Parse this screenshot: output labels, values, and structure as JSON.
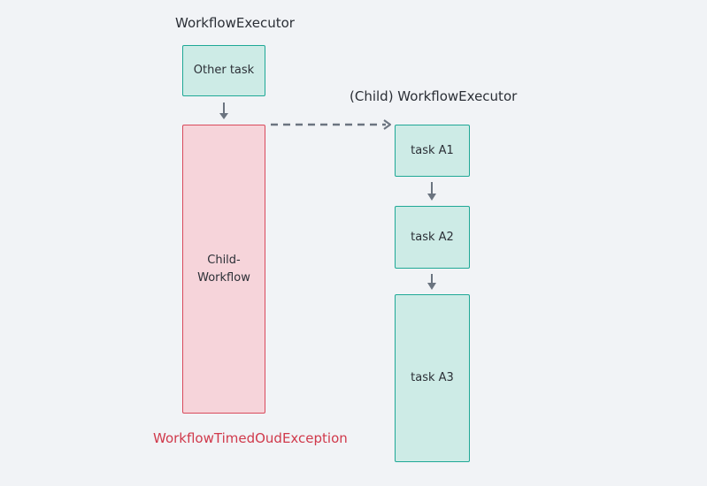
{
  "parent_executor": {
    "title": "WorkflowExecutor"
  },
  "child_executor": {
    "title": "(Child) WorkflowExecutor"
  },
  "nodes": {
    "other_task": "Other task",
    "child_workflow_line1": "Child-",
    "child_workflow_line2": "Workflow",
    "task_a1": "task A1",
    "task_a2": "task A2",
    "task_a3": "task A3"
  },
  "exception_label": "WorkflowTimedOudException",
  "colors": {
    "task_fill": "#cdebe6",
    "task_border": "#1fa896",
    "child_workflow_fill": "#f6d4da",
    "child_workflow_border": "#d94a5c",
    "exception_text": "#d0394b",
    "arrow": "#6b7480"
  }
}
